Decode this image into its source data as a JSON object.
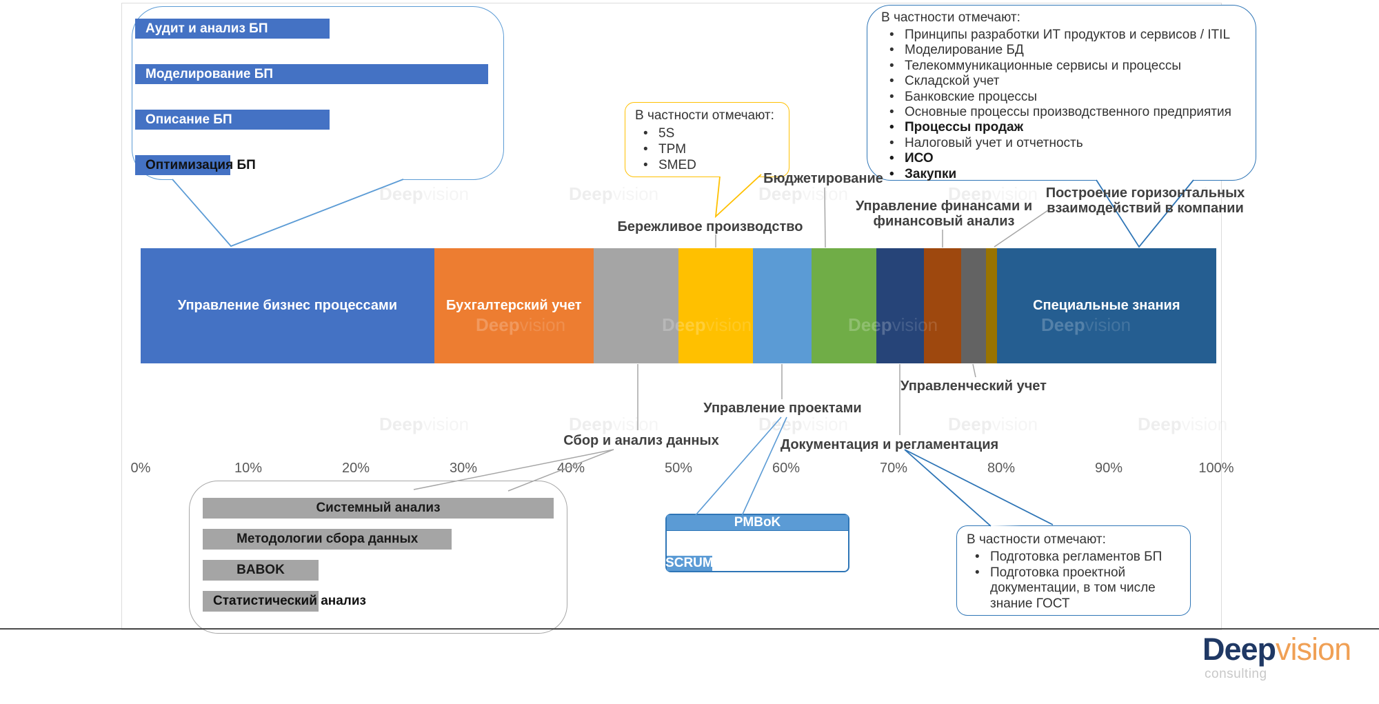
{
  "slide": {
    "watermark": {
      "part1": "Deep",
      "part2": "vision"
    },
    "axis": {
      "ticks": [
        "0%",
        "10%",
        "20%",
        "30%",
        "40%",
        "50%",
        "60%",
        "70%",
        "80%",
        "90%",
        "100%"
      ]
    },
    "callout_bp": {
      "bars": [
        {
          "label": "Аудит и анализ БП",
          "width_pct": 55,
          "variant": "v-white"
        },
        {
          "label": "Моделирование БП",
          "width_pct": 100,
          "variant": "v-white"
        },
        {
          "label": "Описание БП",
          "width_pct": 55,
          "variant": "v-white"
        },
        {
          "label": "Оптимизация БП",
          "width_pct": 27,
          "variant": "v-overflow"
        }
      ]
    },
    "callout_lean": {
      "title": "В частности отмечают:",
      "items": [
        {
          "text": "5S"
        },
        {
          "text": "TPM"
        },
        {
          "text": "SMED"
        }
      ]
    },
    "callout_special": {
      "title": "В частности отмечают:",
      "items": [
        {
          "text": "Принципы разработки ИТ продуктов и сервисов / ITIL",
          "bold": false
        },
        {
          "text": "Моделирование БД",
          "bold": false
        },
        {
          "text": "Телекоммуникационные сервисы и процессы",
          "bold": false
        },
        {
          "text": "Складской учет",
          "bold": false
        },
        {
          "text": "Банковские процессы",
          "bold": false
        },
        {
          "text": "Основные процессы производственного предприятия",
          "bold": false
        },
        {
          "text": "Процессы продаж",
          "bold": true
        },
        {
          "text": "Налоговый учет и отчетность",
          "bold": false
        },
        {
          "text": "ИСО",
          "bold": true
        },
        {
          "text": "Закупки",
          "bold": true
        }
      ]
    },
    "callout_analysis": {
      "bars": [
        {
          "label": "Системный анализ",
          "width_pct": 100,
          "variant": "v-center"
        },
        {
          "label": "Методологии сбора данных",
          "width_pct": 71,
          "variant": "v-center"
        },
        {
          "label": "BABOK",
          "width_pct": 33,
          "variant": "v-center"
        },
        {
          "label": "Статистический анализ",
          "width_pct": 33,
          "variant": "v-overflow"
        }
      ]
    },
    "callout_pm": {
      "bars": [
        {
          "label": "PMBoK",
          "width_pct": 100,
          "variant": "v-white-center"
        },
        {
          "label": "SCRUM",
          "width_pct": 25,
          "variant": "v-white-center"
        }
      ]
    },
    "callout_docs": {
      "title": "В частности отмечают:",
      "items": [
        {
          "text": "Подготовка регламентов БП"
        },
        {
          "text": "Подготовка проектной документации, в том числе знание ГОСТ"
        }
      ]
    },
    "annotations": {
      "lean": "Бережливое производство",
      "budget": "Бюджетирование",
      "fin_line1": "Управление финансами и",
      "fin_line2": "финансовый анализ",
      "horiz_line1": "Построение горизонтальных",
      "horiz_line2": "взаимодействий в компании",
      "mgmt": "Управленческий учет",
      "pm": "Управление проектами",
      "data": "Сбор и анализ данных",
      "docs": "Документация и регламентация"
    },
    "logo": {
      "brand_primary": "Deep",
      "brand_secondary": "vision",
      "tagline": "consulting"
    }
  },
  "chart_data": [
    {
      "type": "bar",
      "orientation": "horizontal-stacked-100pct",
      "xlabel": "",
      "ylabel": "",
      "xlim": [
        0,
        100
      ],
      "x_ticks": [
        "0%",
        "10%",
        "20%",
        "30%",
        "40%",
        "50%",
        "60%",
        "70%",
        "80%",
        "90%",
        "100%"
      ],
      "grid": false,
      "legend": false,
      "segments": [
        {
          "label": "Управление бизнес процессами",
          "percent": 27.3,
          "color": "#4472C4",
          "label_inside": true
        },
        {
          "label": "Бухгалтерский учет",
          "percent": 14.8,
          "color": "#ED7D31",
          "label_inside": true
        },
        {
          "label": "Сбор и анализ данных",
          "percent": 7.9,
          "color": "#A5A5A5",
          "label_inside": false
        },
        {
          "label": "Бережливое производство",
          "percent": 6.9,
          "color": "#FFC000",
          "label_inside": false
        },
        {
          "label": "Управление проектами",
          "percent": 5.5,
          "color": "#5B9BD5",
          "label_inside": false
        },
        {
          "label": "Бюджетирование",
          "percent": 6.0,
          "color": "#70AD47",
          "label_inside": false
        },
        {
          "label": "Документация и регламентация",
          "percent": 4.4,
          "color": "#264478",
          "label_inside": false
        },
        {
          "label": "Управление финансами и финансовый анализ",
          "percent": 3.5,
          "color": "#9E480E",
          "label_inside": false
        },
        {
          "label": "Управленческий учет",
          "percent": 2.3,
          "color": "#636363",
          "label_inside": false
        },
        {
          "label": "Построение горизонтальных взаимодействий в компании",
          "percent": 1.0,
          "color": "#997300",
          "label_inside": false
        },
        {
          "label": "Специальные знания",
          "percent": 20.4,
          "color": "#255E91",
          "label_inside": true
        }
      ]
    },
    {
      "type": "bar",
      "categories": [
        "Аудит и анализ БП",
        "Моделирование БП",
        "Описание БП",
        "Оптимизация БП"
      ],
      "values": [
        55,
        100,
        55,
        27
      ],
      "values_unit": "relative_width_pct",
      "color": "#4472C4"
    },
    {
      "type": "bar",
      "categories": [
        "Системный анализ",
        "Методологии сбора данных",
        "BABOK",
        "Статистический анализ"
      ],
      "values": [
        100,
        71,
        33,
        33
      ],
      "values_unit": "relative_width_pct",
      "color": "#A5A5A5"
    },
    {
      "type": "bar",
      "categories": [
        "PMBoK",
        "SCRUM"
      ],
      "values": [
        100,
        25
      ],
      "values_unit": "relative_width_pct",
      "color": "#5B9BD5"
    }
  ]
}
